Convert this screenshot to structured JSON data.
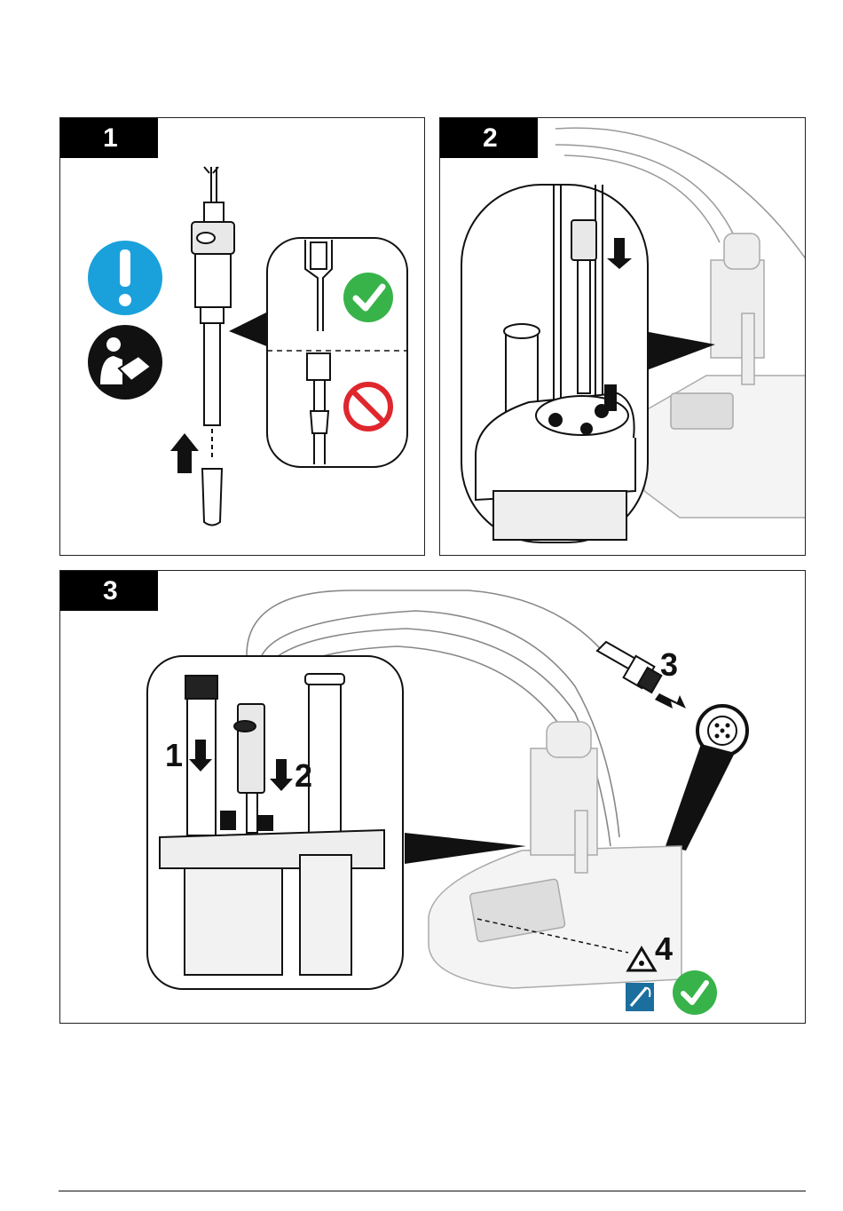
{
  "panels": [
    {
      "step": "1"
    },
    {
      "step": "2"
    },
    {
      "step": "3",
      "callouts": [
        "1",
        "2",
        "3",
        "4"
      ]
    }
  ],
  "icons": {
    "warning": "exclamation-circle-icon",
    "manual": "read-manual-icon",
    "ok": "green-check-icon",
    "not_ok": "red-prohibited-icon",
    "eye": "eye-warning-icon",
    "electrode": "electrode-symbol-icon"
  },
  "colors": {
    "info_blue": "#1aa1dc",
    "ok_green": "#37b34a",
    "stop_red": "#e0262d",
    "electrode_blue": "#1b6f9e"
  }
}
